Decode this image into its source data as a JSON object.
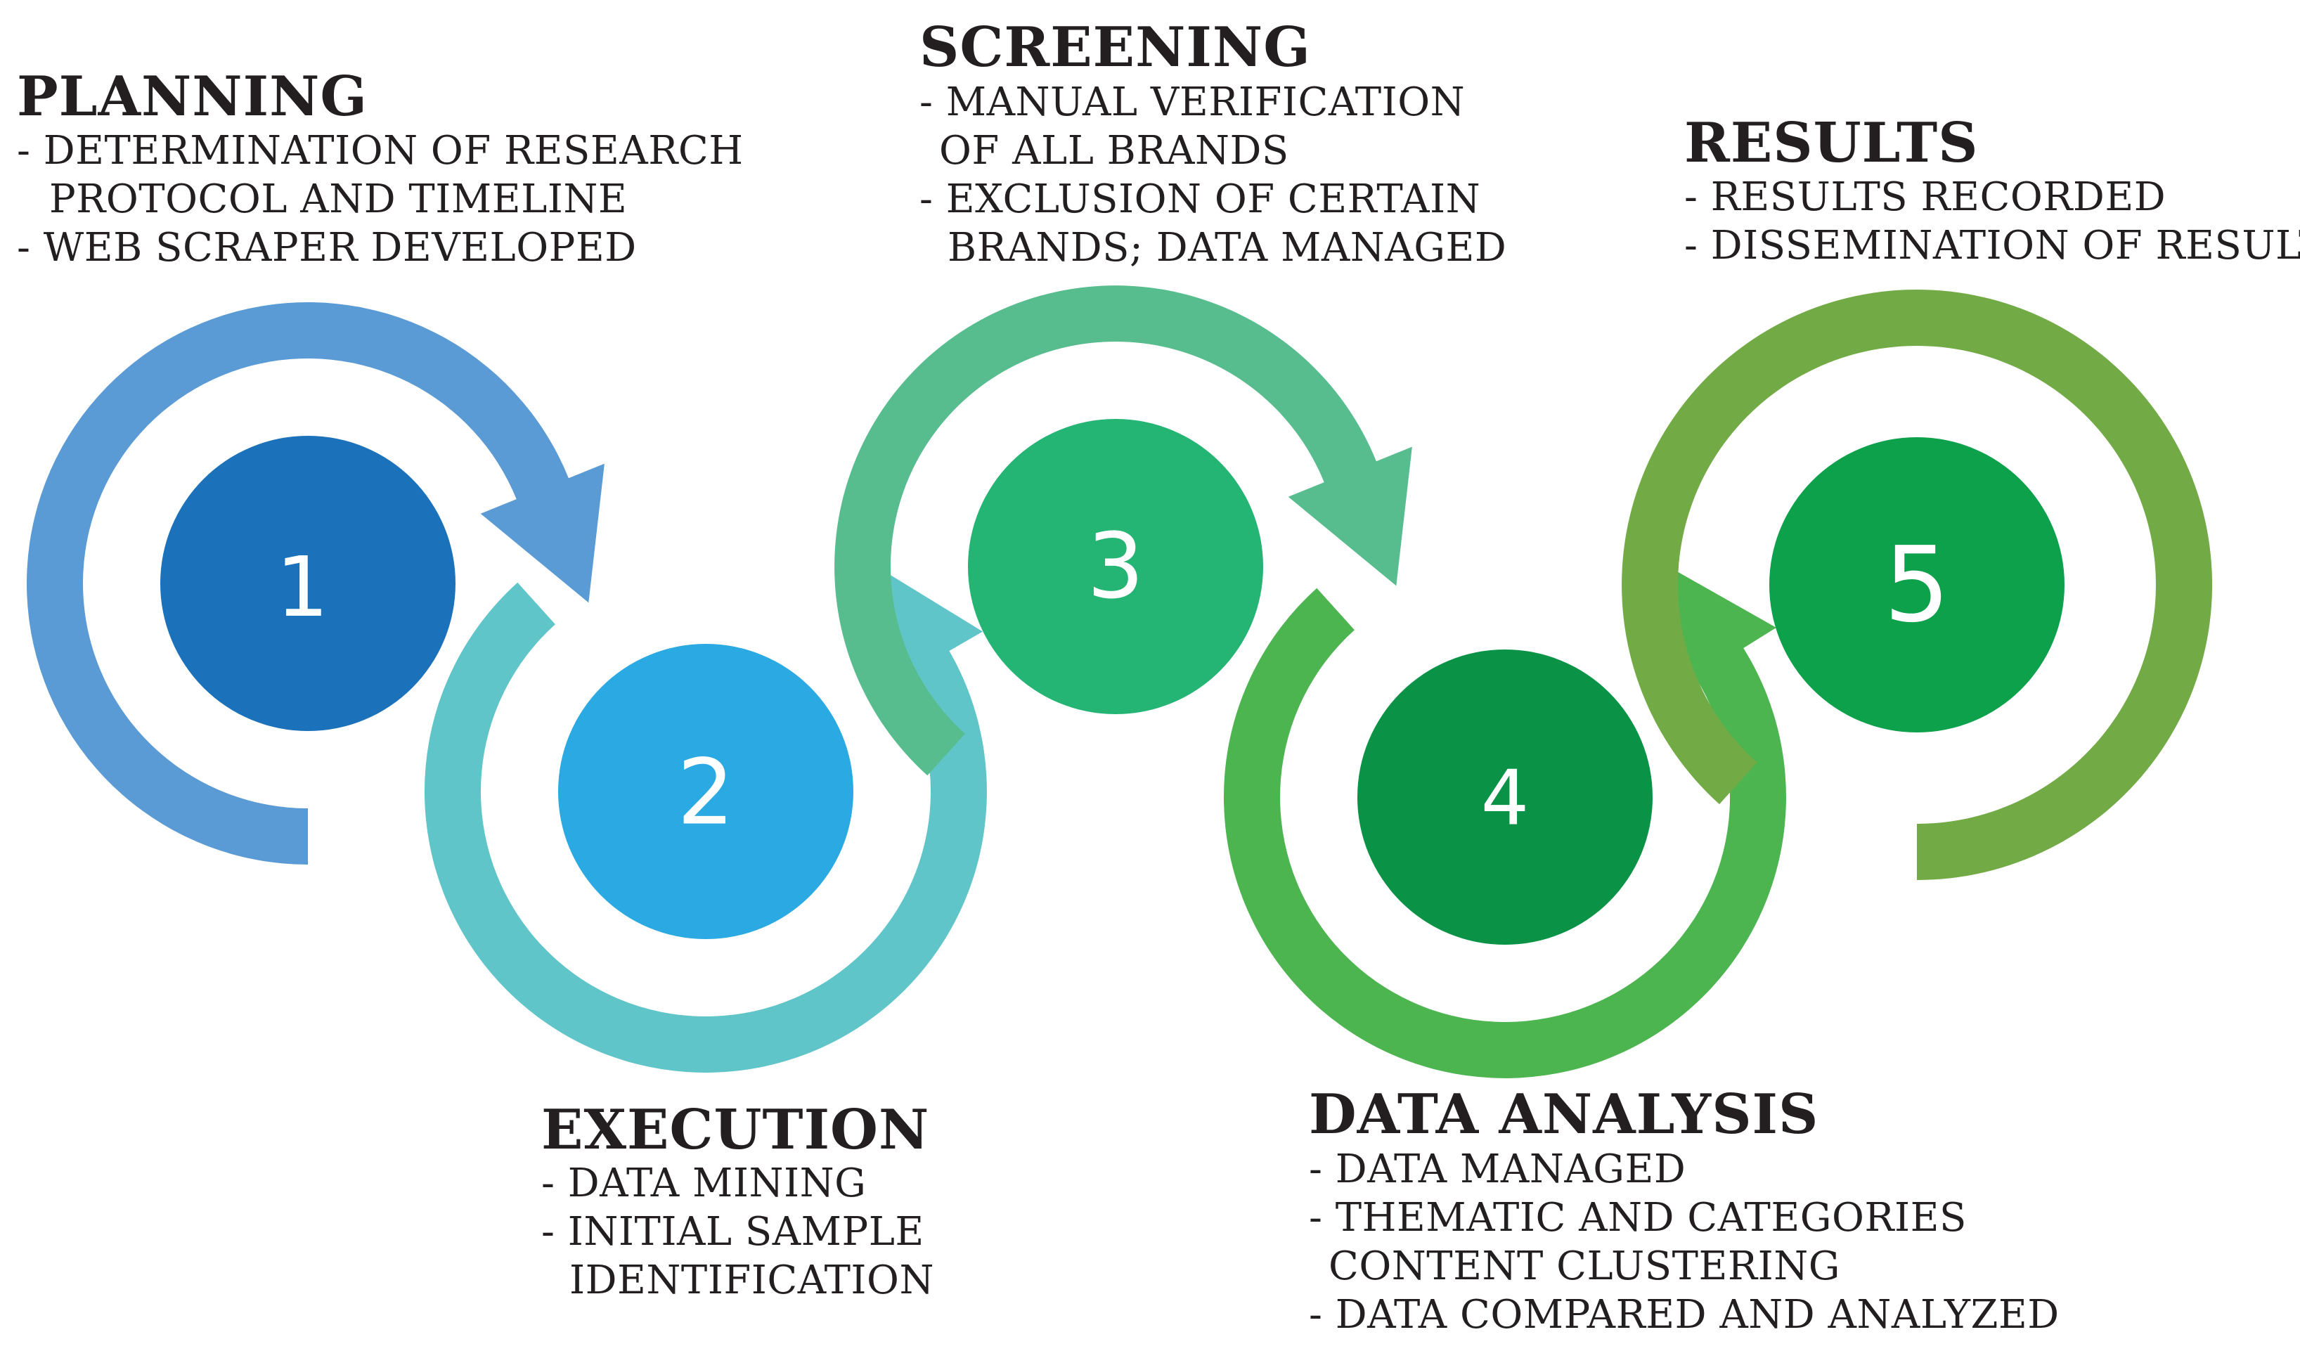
{
  "colors": {
    "ring_1": "#5b9bd5",
    "ring_2": "#5fc5c9",
    "ring_3": "#58bd8e",
    "ring_4": "#4db54f",
    "ring_5": "#72aa45",
    "circle_1": "#1b72bb",
    "circle_2": "#2aa9e2",
    "circle_3": "#24b473",
    "circle_4": "#0a9347",
    "circle_5": "#0da14b",
    "text": "#231f20"
  },
  "stages": [
    {
      "number": "1",
      "title": "PLANNING",
      "lines": [
        "- DETERMINATION OF RESEARCH",
        "PROTOCOL AND TIMELINE",
        "- WEB SCRAPER DEVELOPED"
      ]
    },
    {
      "number": "2",
      "title": "EXECUTION",
      "lines": [
        "- DATA MINING",
        "- INITIAL SAMPLE",
        "IDENTIFICATION"
      ]
    },
    {
      "number": "3",
      "title": "SCREENING",
      "lines": [
        "- MANUAL VERIFICATION",
        "OF ALL BRANDS",
        "- EXCLUSION OF CERTAIN",
        "BRANDS; DATA MANAGED"
      ]
    },
    {
      "number": "4",
      "title": "DATA ANALYSIS",
      "lines": [
        "- DATA MANAGED",
        "- THEMATIC AND CATEGORIES",
        "CONTENT CLUSTERING",
        "- DATA COMPARED AND ANALYZED"
      ]
    },
    {
      "number": "5",
      "title": "RESULTS",
      "lines": [
        "- RESULTS RECORDED",
        "- DISSEMINATION OF RESULTS"
      ]
    }
  ]
}
